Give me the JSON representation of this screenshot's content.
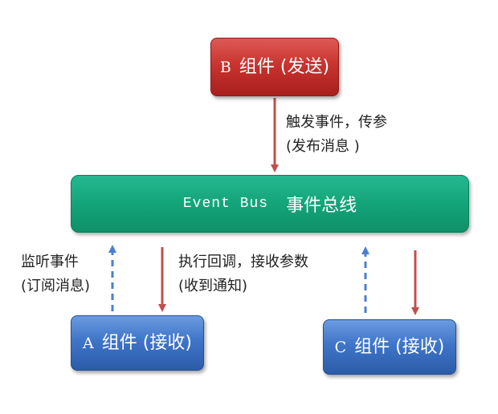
{
  "nodes": {
    "b": {
      "letter": "B",
      "text": "组件 (发送)"
    },
    "a": {
      "letter": "A",
      "text": "组件 (接收)"
    },
    "c": {
      "letter": "C",
      "text": "组件 (接收)"
    }
  },
  "bus": {
    "en": "Event Bus",
    "zh": "事件总线"
  },
  "notes": {
    "trigger_line1": "触发事件，传参",
    "trigger_line2": "(发布消息 )",
    "listen_line1": "监听事件",
    "listen_line2": "(订阅消息)",
    "callback_line1": "执行回调，接收参数",
    "callback_line2": "(收到通知)"
  },
  "colors": {
    "sender": "#c93430",
    "receiver": "#3f75c8",
    "bus": "#14a47a",
    "publish_arrow": "#c0504d",
    "subscribe_arrow": "#4a7fd0"
  }
}
